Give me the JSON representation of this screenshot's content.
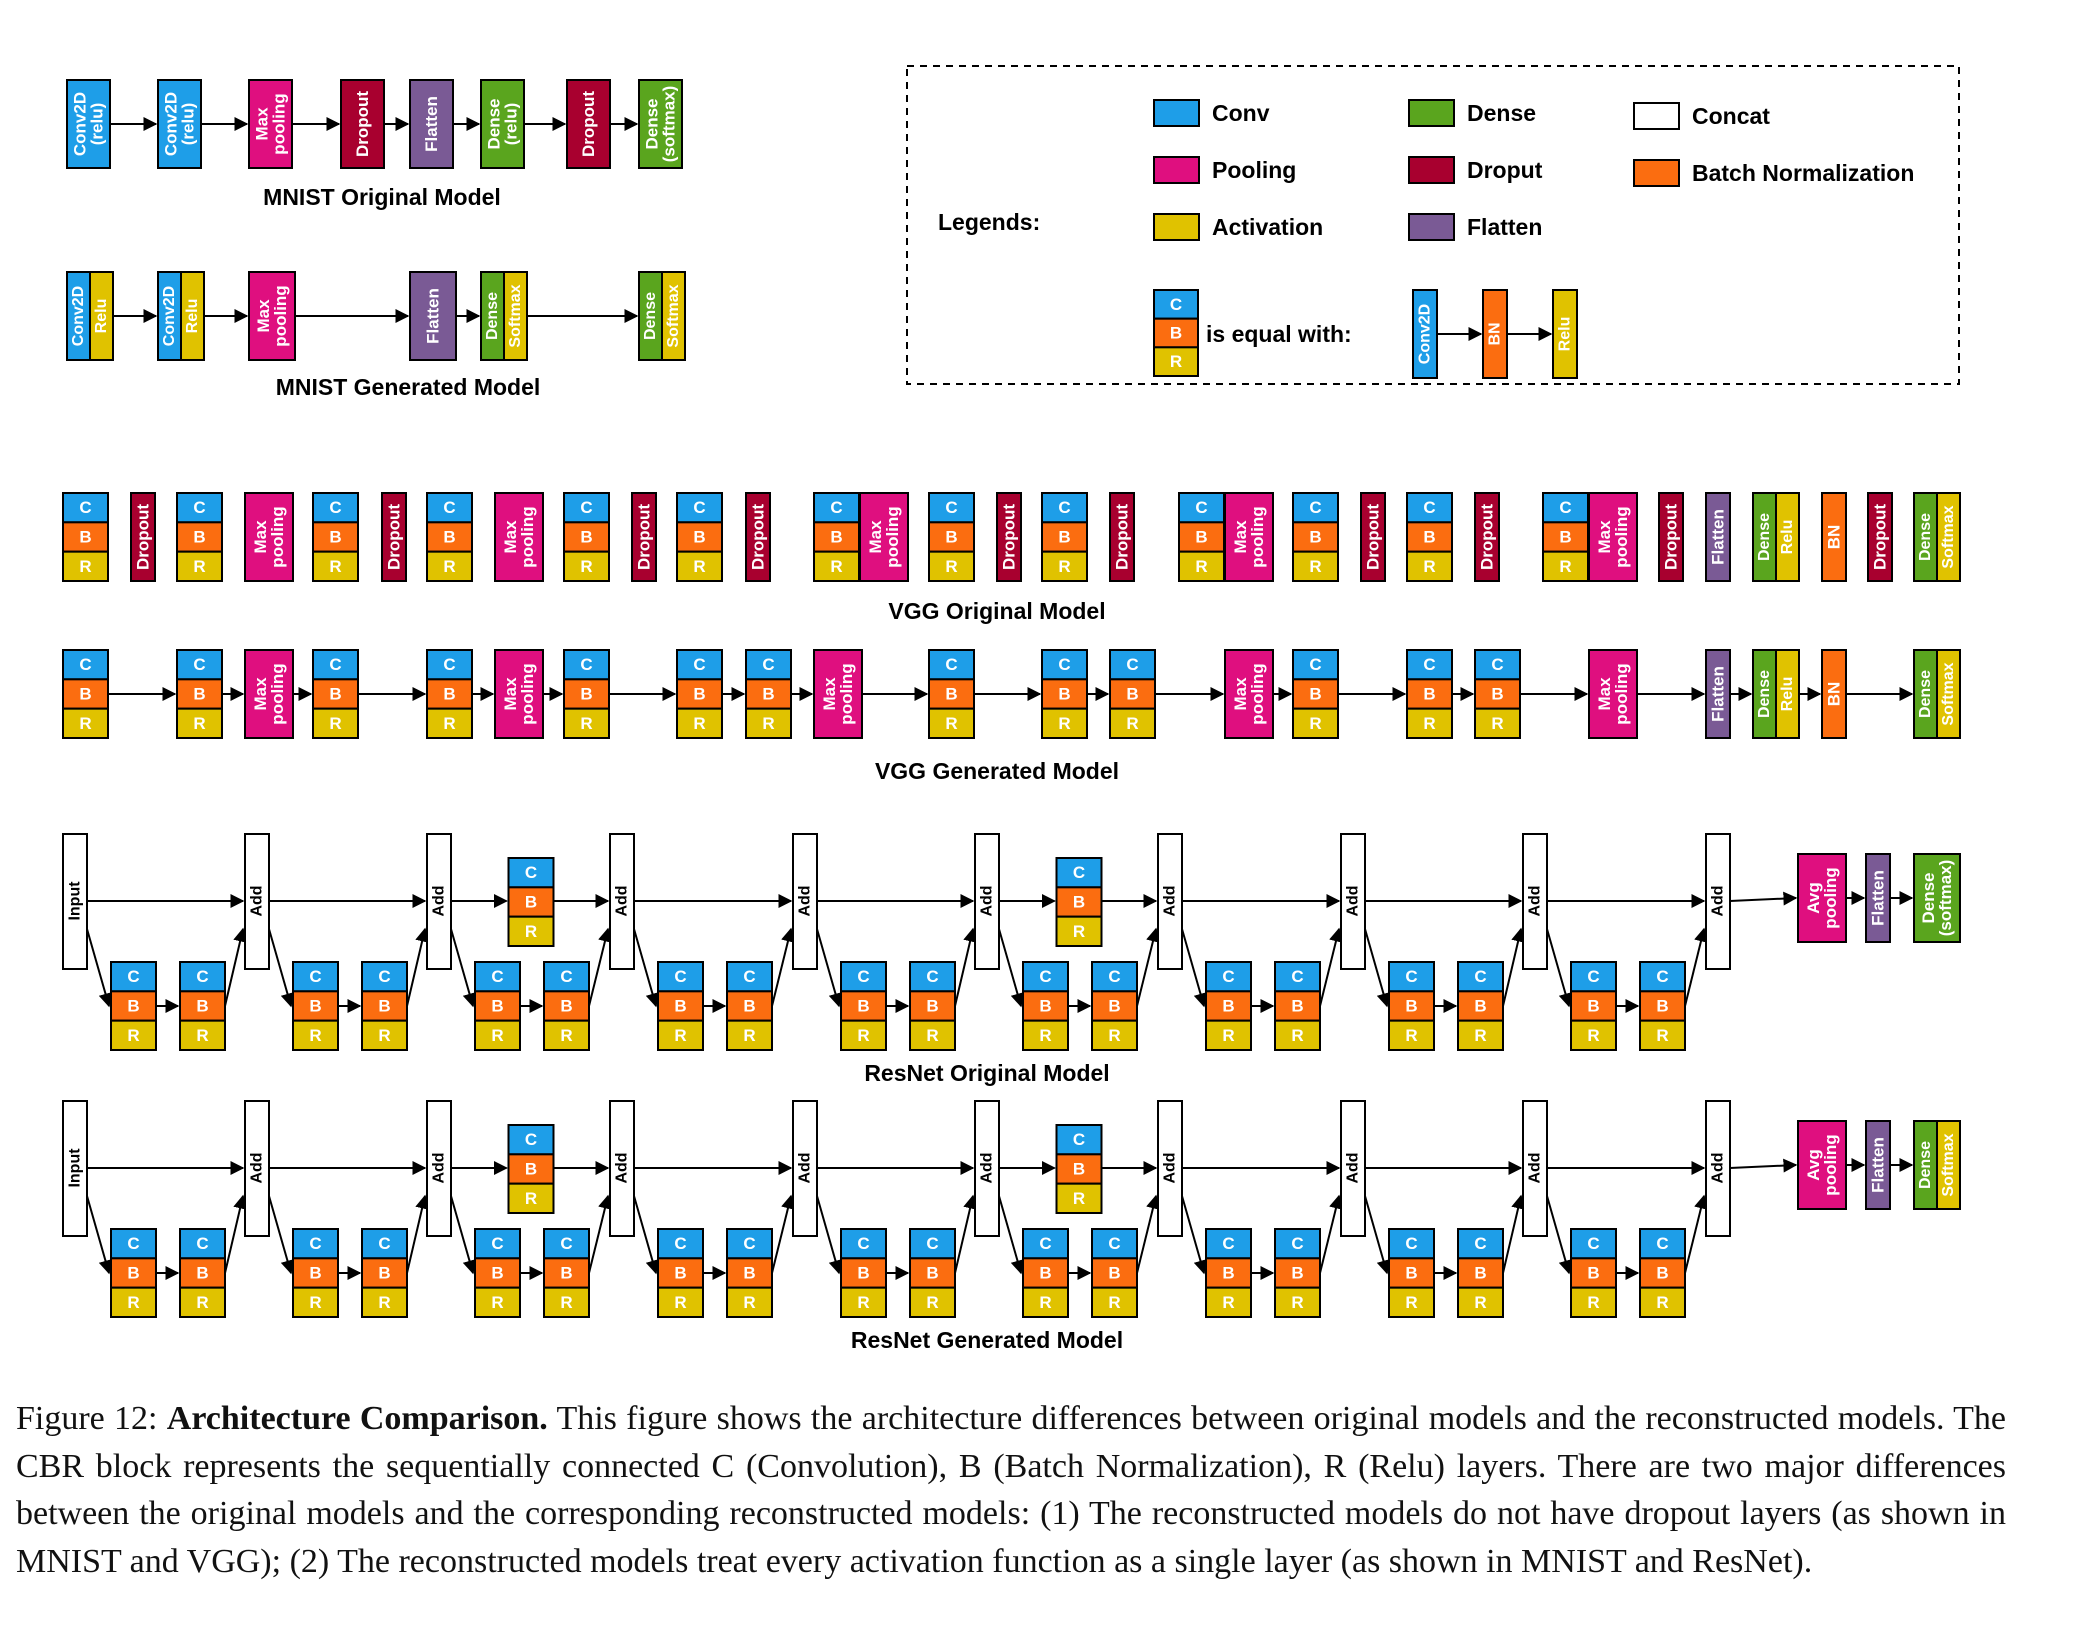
{
  "colors": {
    "conv": "#1e9ee8",
    "pooling": "#df0f7f",
    "activation": "#e0c200",
    "dense": "#5aa51e",
    "dropout": "#a8002f",
    "flatten": "#7a5a95",
    "concat": "#ffffff",
    "bn": "#fb6d10"
  },
  "legend": {
    "title": "Legends:",
    "items": [
      {
        "key": "conv",
        "label": "Conv"
      },
      {
        "key": "pooling",
        "label": "Pooling"
      },
      {
        "key": "activation",
        "label": "Activation"
      },
      {
        "key": "dense",
        "label": "Dense"
      },
      {
        "key": "dropout",
        "label": "Droput"
      },
      {
        "key": "flatten",
        "label": "Flatten"
      },
      {
        "key": "concat",
        "label": "Concat"
      },
      {
        "key": "bn",
        "label": "Batch Normalization"
      }
    ],
    "equal_text": "is equal with:",
    "cbr_letters": [
      "C",
      "B",
      "R"
    ],
    "equal_blocks": [
      "Conv2D",
      "BN",
      "Relu"
    ]
  },
  "models": {
    "mnist_original": {
      "title": "MNIST Original Model",
      "layers": [
        {
          "type": "conv",
          "label": "Conv2D (relu)"
        },
        {
          "type": "conv",
          "label": "Conv2D (relu)"
        },
        {
          "type": "pooling",
          "label": "Max pooling"
        },
        {
          "type": "dropout",
          "label": "Dropout"
        },
        {
          "type": "flatten",
          "label": "Flatten"
        },
        {
          "type": "dense",
          "label": "Dense (relu)"
        },
        {
          "type": "dropout",
          "label": "Dropout"
        },
        {
          "type": "dense",
          "label": "Dense (softmax)"
        }
      ]
    },
    "mnist_generated": {
      "title": "MNIST Generated Model",
      "layers": [
        {
          "type": "conv",
          "label": "Conv2D",
          "suffix": "Relu",
          "suffix_type": "activation"
        },
        {
          "type": "conv",
          "label": "Conv2D",
          "suffix": "Relu",
          "suffix_type": "activation"
        },
        {
          "type": "pooling",
          "label": "Max pooling"
        },
        {
          "type": "flatten",
          "label": "Flatten"
        },
        {
          "type": "dense",
          "label": "Dense",
          "suffix": "Softmax",
          "suffix_type": "activation"
        },
        {
          "type": "dense",
          "label": "Dense",
          "suffix": "Softmax",
          "suffix_type": "activation"
        }
      ]
    },
    "vgg_original": {
      "title": "VGG Original Model",
      "layers": [
        "CBR",
        "Dropout",
        "CBR",
        "Max pooling",
        "CBR",
        "Dropout",
        "CBR",
        "Max pooling",
        "CBR",
        "Dropout",
        "CBR",
        "Dropout",
        "CBR",
        "Max pooling",
        "CBR",
        "Dropout",
        "CBR",
        "Dropout",
        "CBR",
        "Max pooling",
        "CBR",
        "Dropout",
        "CBR",
        "Dropout",
        "CBR",
        "Max pooling",
        "Dropout",
        "Flatten",
        "Dense|Relu",
        "BN",
        "Dropout",
        "Dense|Softmax"
      ]
    },
    "vgg_generated": {
      "title": "VGG Generated Model",
      "layers": [
        "CBR",
        "CBR",
        "Max pooling",
        "CBR",
        "CBR",
        "Max pooling",
        "CBR",
        "CBR",
        "CBR",
        "Max pooling",
        "CBR",
        "CBR",
        "CBR",
        "Max pooling",
        "CBR",
        "CBR",
        "CBR",
        "Max pooling",
        "Flatten",
        "Dense|Relu",
        "BN",
        "Dense|Softmax"
      ]
    },
    "resnet_original": {
      "title": "ResNet Original Model",
      "input_label": "Input",
      "add_label": "Add",
      "tail": [
        {
          "type": "pooling",
          "label": "Avg pooling"
        },
        {
          "type": "flatten",
          "label": "Flatten"
        },
        {
          "type": "dense",
          "label": "Dense (softmax)"
        }
      ]
    },
    "resnet_generated": {
      "title": "ResNet Generated Model",
      "input_label": "Input",
      "add_label": "Add",
      "tail": [
        {
          "type": "pooling",
          "label": "Avg pooling"
        },
        {
          "type": "flatten",
          "label": "Flatten"
        },
        {
          "type": "dense",
          "label": "Dense",
          "suffix": "Softmax",
          "suffix_type": "activation"
        }
      ]
    }
  },
  "caption": {
    "prefix": "Figure 12: ",
    "bold": "Architecture Comparison.",
    "text": " This figure shows the architecture differences between original models and the reconstructed models. The CBR block represents the sequentially connected C (Convolution), B (Batch Normalization), R (Relu) layers. There are two major differences between the original models and the corresponding reconstructed models: (1) The reconstructed models do not have dropout layers (as shown in MNIST and VGG); (2) The reconstructed models treat every activation function as a single layer (as shown in MNIST and ResNet)."
  }
}
